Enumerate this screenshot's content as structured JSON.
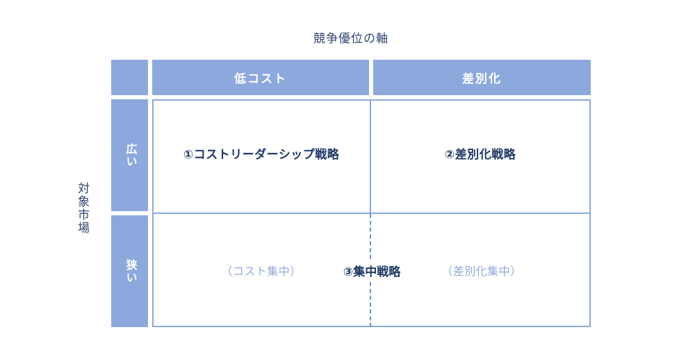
{
  "axes": {
    "top_title": "競争優位の軸",
    "left_title": "対象市場"
  },
  "columns": [
    {
      "label": "低コスト"
    },
    {
      "label": "差別化"
    }
  ],
  "rows": [
    {
      "label": "広い"
    },
    {
      "label": "狭い"
    }
  ],
  "quadrants": {
    "cost_leadership": "①コストリーダーシップ戦略",
    "differentiation": "②差別化戦略",
    "focus": "③集中戦略",
    "cost_focus": "（コスト集中）",
    "differentiation_focus": "（差別化集中）"
  },
  "colors": {
    "fill": "#8ca8dd",
    "border": "#8ca8dd",
    "dashed": "#6f8fd0",
    "heading_text": "#ffffff",
    "body_text": "#1f3864",
    "muted_text": "#93a9dd",
    "axis_text": "#2f4670",
    "background": "#ffffff"
  }
}
